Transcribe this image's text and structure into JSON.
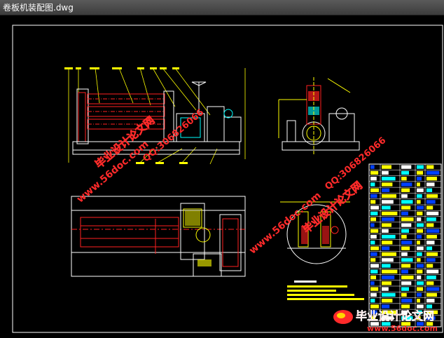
{
  "window": {
    "title": "卷板机装配图.dwg"
  },
  "watermarks": {
    "site_url": "www.56doc.com",
    "site_name": "毕业设计论文网",
    "qq": "QQ:306826066",
    "footer_name": "毕业设计论文网",
    "footer_url": "www.56doc.com"
  },
  "colors": {
    "background": "#000000",
    "frame": "#ffffff",
    "drawing_yellow": "#ffff00",
    "drawing_red": "#ff2020",
    "drawing_cyan": "#00ffff",
    "drawing_blue": "#0040ff",
    "watermark_red": "#ff2a2a",
    "watermark_gold": "#ffd700"
  },
  "parts_table": {
    "rows": 28
  }
}
